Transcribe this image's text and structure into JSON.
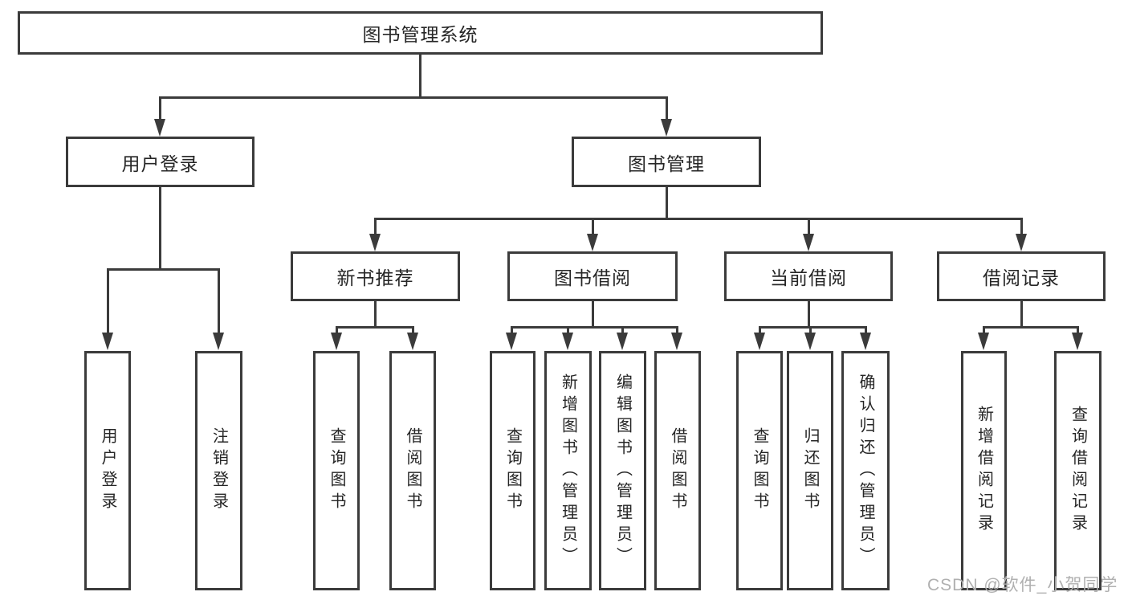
{
  "tree": {
    "root": "图书管理系统",
    "branches": [
      {
        "label": "用户登录",
        "children": [
          {
            "label": "用户登录"
          },
          {
            "label": "注销登录"
          }
        ]
      },
      {
        "label": "图书管理",
        "groups": [
          {
            "label": "新书推荐",
            "children": [
              {
                "label": "查询图书"
              },
              {
                "label": "借阅图书"
              }
            ]
          },
          {
            "label": "图书借阅",
            "children": [
              {
                "label": "查询图书"
              },
              {
                "label": "新增图书（管理员）"
              },
              {
                "label": "编辑图书（管理员）"
              },
              {
                "label": "借阅图书"
              }
            ]
          },
          {
            "label": "当前借阅",
            "children": [
              {
                "label": "查询图书"
              },
              {
                "label": "归还图书"
              },
              {
                "label": "确认归还（管理员）"
              }
            ]
          },
          {
            "label": "借阅记录",
            "children": [
              {
                "label": "新增借阅记录"
              },
              {
                "label": "查询借阅记录"
              }
            ]
          }
        ]
      }
    ]
  },
  "watermark": {
    "text": "CSDN @软件_小贺同学"
  },
  "colors": {
    "line": "#3b3b3b",
    "text": "#262626",
    "watermark": "#b0b0b0",
    "background": "#ffffff"
  }
}
